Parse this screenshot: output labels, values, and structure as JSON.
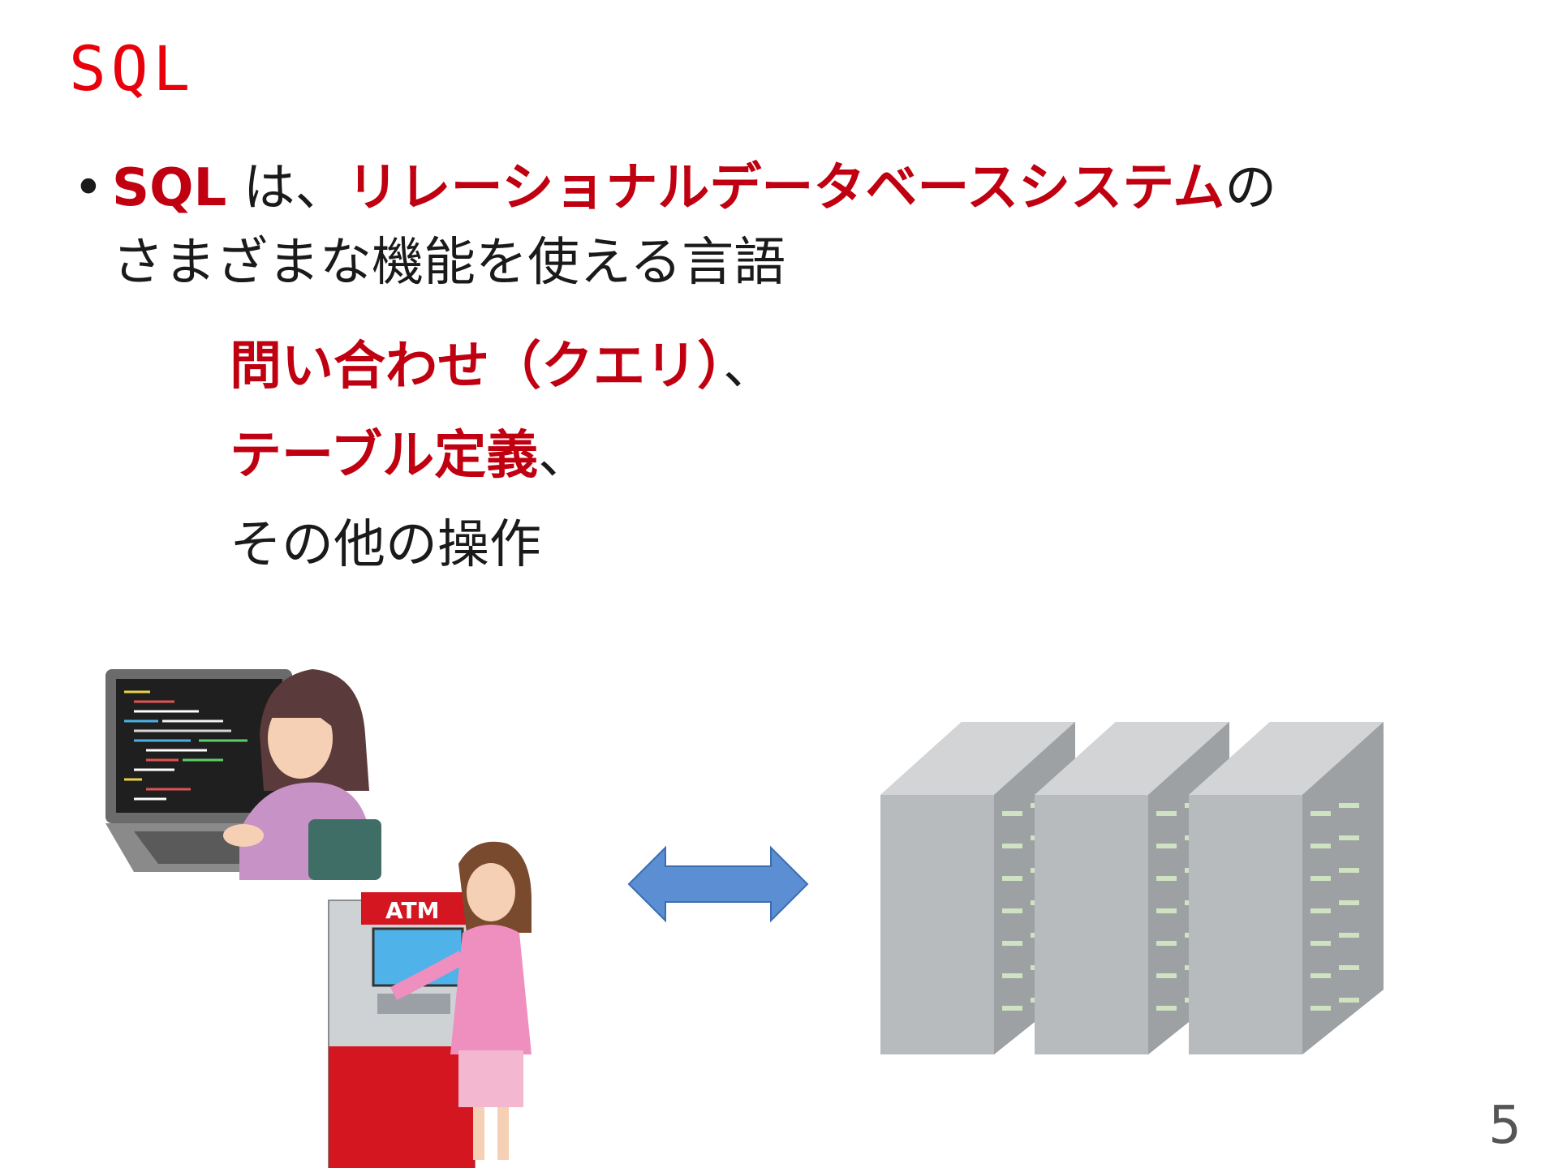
{
  "slide": {
    "title": "SQL",
    "bullet_symbol": "•",
    "line1": {
      "sql": "SQL",
      "ha": " は、",
      "rdbms": "リレーショナルデータベースシステム",
      "no": "の"
    },
    "line2": "さまざまな機能を使える言語",
    "sub_items": [
      {
        "emphasis": "問い合わせ（クエリ）",
        "suffix": "、"
      },
      {
        "emphasis": "テーブル定義",
        "suffix": "、"
      },
      {
        "emphasis": "",
        "suffix": "その他の操作"
      }
    ],
    "atm_label": "ATM",
    "page_number": "5"
  },
  "colors": {
    "title": "#e8000a",
    "emphasis": "#c00010",
    "arrow": "#5b8ed3",
    "server": "#b8bbbe"
  }
}
